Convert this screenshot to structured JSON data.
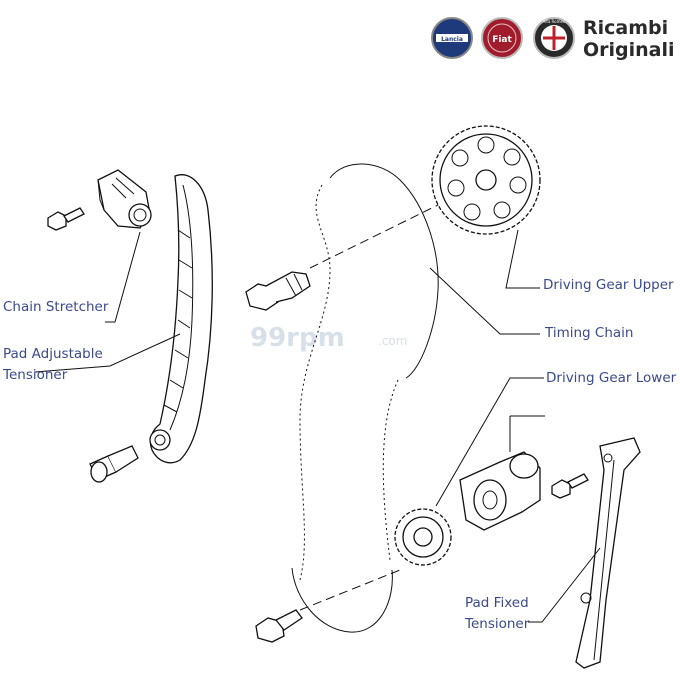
{
  "brand": {
    "line1": "Ricambi",
    "line2": "Originali",
    "logos": [
      "Lancia",
      "Fiat",
      "Alfa Romeo"
    ]
  },
  "watermark": {
    "main": "99rpm",
    "suffix": ".com"
  },
  "labels": {
    "chain_stretcher": "Chain Stretcher",
    "pad_adjustable_1": "Pad Adjustable",
    "pad_adjustable_2": "Tensioner",
    "driving_gear_upper": "Driving Gear Upper",
    "timing_chain": "Timing Chain",
    "driving_gear_lower": "Driving Gear Lower",
    "pad_fixed_1": "Pad Fixed",
    "pad_fixed_2": "Tensioner"
  },
  "colors": {
    "label": "#3a4a8c",
    "lancia": "#1f3a7a",
    "fiat": "#a01c2c",
    "alfa": "#2a2a2a"
  }
}
